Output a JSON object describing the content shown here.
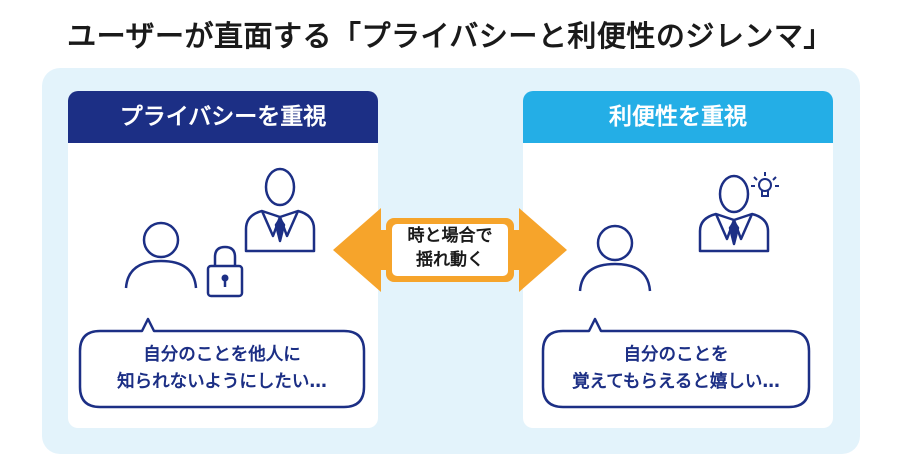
{
  "title": "ユーザーが直面する「プライバシーと利便性のジレンマ」",
  "left_panel": {
    "header": "プライバシーを重視",
    "bubble_line1": "自分のことを他人に",
    "bubble_line2": "知られないようにしたい…"
  },
  "right_panel": {
    "header": "利便性を重視",
    "bubble_line1": "自分のことを",
    "bubble_line2": "覚えてもらえると嬉しい…"
  },
  "center": {
    "line1": "時と場合で",
    "line2": "揺れ動く"
  },
  "colors": {
    "navy": "#1c2f85",
    "sky_blue": "#24aee6",
    "orange": "#f6a42b",
    "background": "#e3f3fb"
  }
}
